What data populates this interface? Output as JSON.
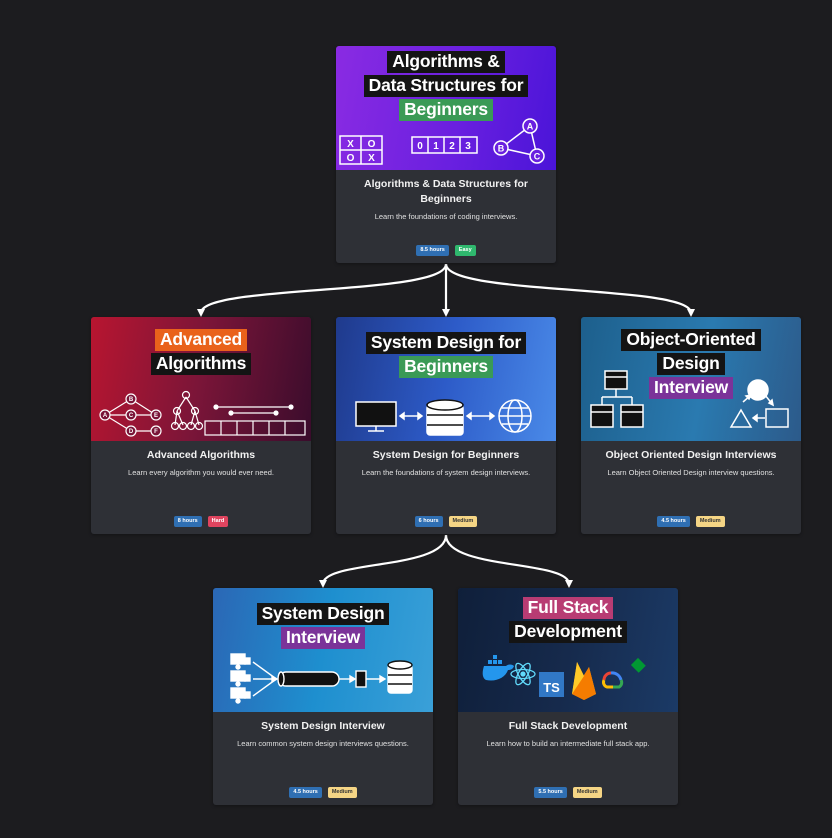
{
  "courses": [
    {
      "id": "algorithms-beginners",
      "banner_lines": [
        {
          "text": "Algorithms &",
          "style": "black"
        },
        {
          "text": "Data Structures for",
          "style": "black"
        },
        {
          "text": "Beginners",
          "style": "green"
        }
      ],
      "title": "Algorithms & Data Structures for Beginners",
      "description": "Learn the foundations of coding interviews.",
      "duration": "8.5 hours",
      "difficulty": "Easy",
      "art": {
        "tic_tac_toe": [
          "X",
          "O",
          "O",
          "X"
        ],
        "array": [
          "0",
          "1",
          "2",
          "3"
        ],
        "graph_nodes": [
          "A",
          "B",
          "C"
        ]
      }
    },
    {
      "id": "advanced-algorithms",
      "banner_lines": [
        {
          "text": "Advanced",
          "style": "orange"
        },
        {
          "text": "Algorithms",
          "style": "black"
        }
      ],
      "title": "Advanced Algorithms",
      "description": "Learn every algorithm you would ever need.",
      "duration": "8 hours",
      "difficulty": "Hard",
      "art": {
        "graph_nodes": [
          "A",
          "B",
          "C",
          "D",
          "E",
          "F"
        ]
      }
    },
    {
      "id": "system-design-beginners",
      "banner_lines": [
        {
          "text": "System Design for",
          "style": "black"
        },
        {
          "text": "Beginners",
          "style": "green"
        }
      ],
      "title": "System Design for Beginners",
      "description": "Learn the foundations of system design interviews.",
      "duration": "6 hours",
      "difficulty": "Medium"
    },
    {
      "id": "ood-interviews",
      "banner_lines": [
        {
          "text": "Object-Oriented",
          "style": "black"
        },
        {
          "text": "Design",
          "style": "black"
        },
        {
          "text": "Interview",
          "style": "purple"
        }
      ],
      "title": "Object Oriented Design Interviews",
      "description": "Learn Object Oriented Design interview questions.",
      "duration": "4.5 hours",
      "difficulty": "Medium"
    },
    {
      "id": "system-design-interview",
      "banner_lines": [
        {
          "text": "System Design",
          "style": "black"
        },
        {
          "text": "Interview",
          "style": "purple"
        }
      ],
      "title": "System Design Interview",
      "description": "Learn common system design interviews questions.",
      "duration": "4.5 hours",
      "difficulty": "Medium"
    },
    {
      "id": "full-stack",
      "banner_lines": [
        {
          "text": "Full Stack",
          "style": "pink"
        },
        {
          "text": "Development",
          "style": "black"
        }
      ],
      "title": "Full Stack Development",
      "description": "Learn how to build an intermediate full stack app.",
      "duration": "5.5 hours",
      "difficulty": "Medium",
      "art": {
        "ts_label": "TS"
      }
    }
  ],
  "colors": {
    "background": "#1c1c1f",
    "card": "#2e3036",
    "badge_hours": "#2f6fb3",
    "badge_easy": "#2fb86e",
    "badge_hard": "#e0445f",
    "badge_medium": "#f5d585",
    "label_green": "#3a9a56",
    "label_purple": "#7b3399",
    "label_orange": "#e9621b",
    "label_pink": "#b83c73"
  },
  "icons": [
    "monitor-icon",
    "database-icon",
    "globe-icon",
    "docker-icon",
    "react-icon",
    "typescript-icon",
    "firebase-icon",
    "google-cloud-icon",
    "vim-icon"
  ]
}
